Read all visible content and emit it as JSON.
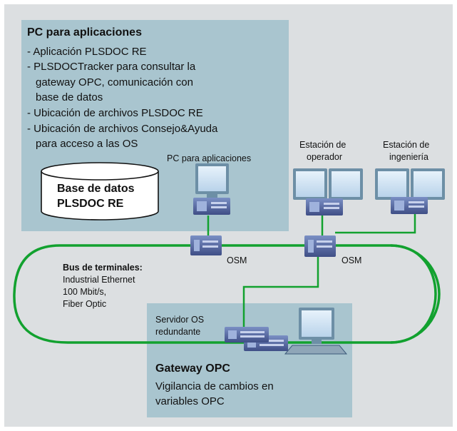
{
  "pc_panel": {
    "title": "PC para aplicaciones",
    "lines": [
      "- Aplicación PLSDOC RE",
      "- PLSDOCTracker para consultar la",
      "  gateway OPC, comunicación con",
      "  base de datos",
      "- Ubicación de archivos PLSDOC RE",
      "- Ubicación de archivos Consejo&Ayuda",
      "  para acceso a las OS"
    ],
    "database": {
      "line1": "Base de datos",
      "line2": "PLSDOC RE"
    }
  },
  "stations": {
    "pc_app": "PC para aplicaciones",
    "operator": {
      "line1": "Estación de",
      "line2": "operador"
    },
    "engineering": {
      "line1": "Estación de",
      "line2": "ingeniería"
    }
  },
  "osm": {
    "left": "OSM",
    "right": "OSM"
  },
  "bus": {
    "title": "Bus de terminales:",
    "lines": [
      "Industrial Ethernet",
      "100 Mbit/s,",
      "Fiber Optic"
    ]
  },
  "gateway_panel": {
    "server": {
      "line1": "Servidor OS",
      "line2": "redundante"
    },
    "title": "Gateway OPC",
    "lines": [
      "Vigilancia de cambios en",
      "variables OPC"
    ]
  },
  "colors": {
    "background": "#dcdfe1",
    "panel": "#a9c5cf",
    "network_line": "#12a12f",
    "monitor_body": "#6d8fa6",
    "screen": "#3c5a7a",
    "device": "#5a6fa0"
  }
}
